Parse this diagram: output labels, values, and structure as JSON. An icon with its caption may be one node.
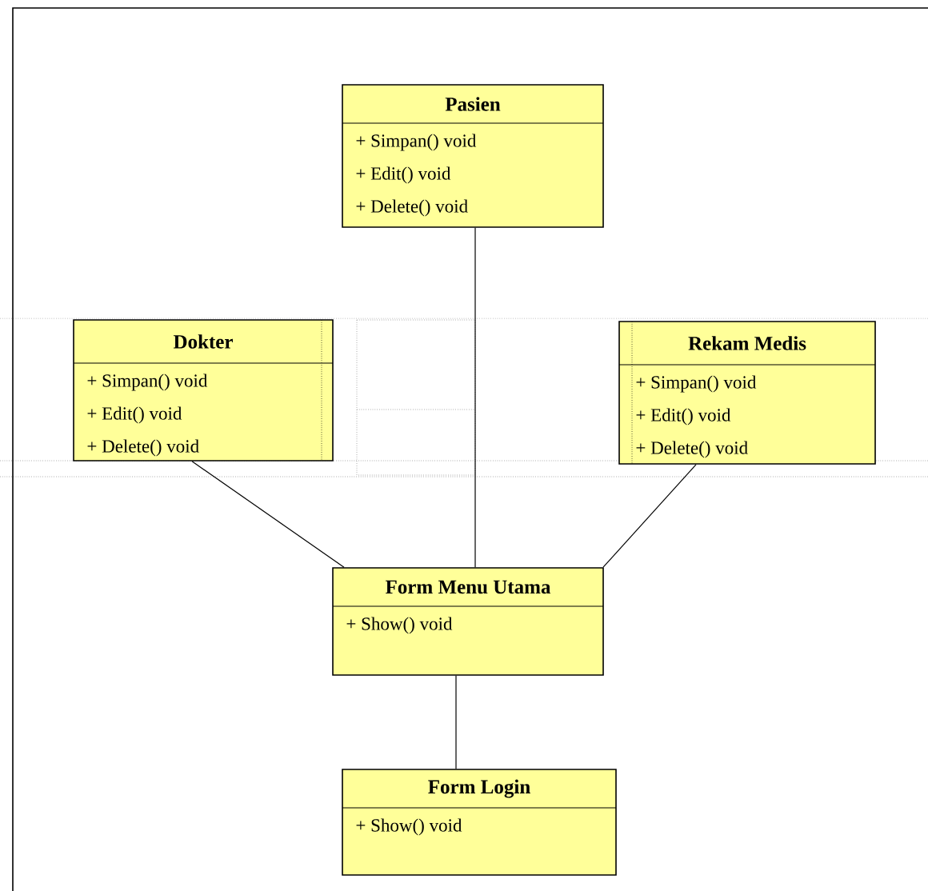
{
  "diagram": {
    "nodes": [
      {
        "text": [
          "Pasien",
          "+ Simpan() void",
          "+ Edit() void",
          "+ Delete() void"
        ]
      },
      {
        "text": [
          "Dokter",
          "+ Simpan() void",
          "+ Edit() void",
          "+ Delete() void"
        ]
      },
      {
        "text": [
          "Rekam Medis",
          "+ Simpan() void",
          "+ Edit() void",
          "+ Delete() void"
        ]
      },
      {
        "text": [
          "Form Menu Utama",
          "+ Show() void"
        ]
      },
      {
        "text": [
          "Form Login",
          "+ Show() void"
        ]
      }
    ],
    "edges": [
      {
        "from": 0,
        "to": 3,
        "arrow": "none"
      },
      {
        "from": 1,
        "to": 3,
        "arrow": "none"
      },
      {
        "from": 2,
        "to": 3,
        "arrow": "none"
      },
      {
        "from": 3,
        "to": 4,
        "arrow": "none"
      }
    ]
  }
}
